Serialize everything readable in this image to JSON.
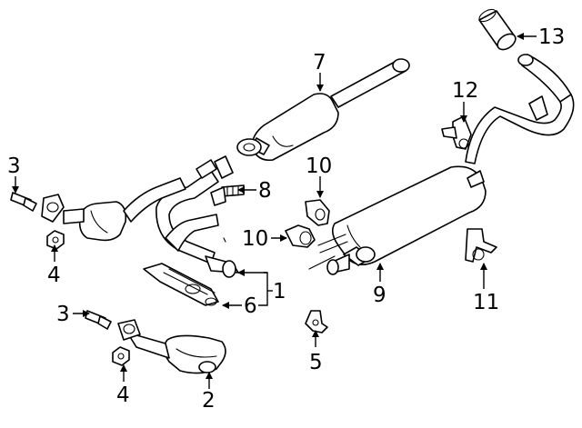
{
  "diagram": {
    "callouts": [
      {
        "id": "c1",
        "label": "1"
      },
      {
        "id": "c2",
        "label": "2"
      },
      {
        "id": "c3a",
        "label": "3"
      },
      {
        "id": "c3b",
        "label": "3"
      },
      {
        "id": "c4a",
        "label": "4"
      },
      {
        "id": "c4b",
        "label": "4"
      },
      {
        "id": "c5",
        "label": "5"
      },
      {
        "id": "c6",
        "label": "6"
      },
      {
        "id": "c7",
        "label": "7"
      },
      {
        "id": "c8",
        "label": "8"
      },
      {
        "id": "c9",
        "label": "9"
      },
      {
        "id": "c10a",
        "label": "10"
      },
      {
        "id": "c10b",
        "label": "10"
      },
      {
        "id": "c11",
        "label": "11"
      },
      {
        "id": "c12",
        "label": "12"
      },
      {
        "id": "c13",
        "label": "13"
      }
    ]
  }
}
